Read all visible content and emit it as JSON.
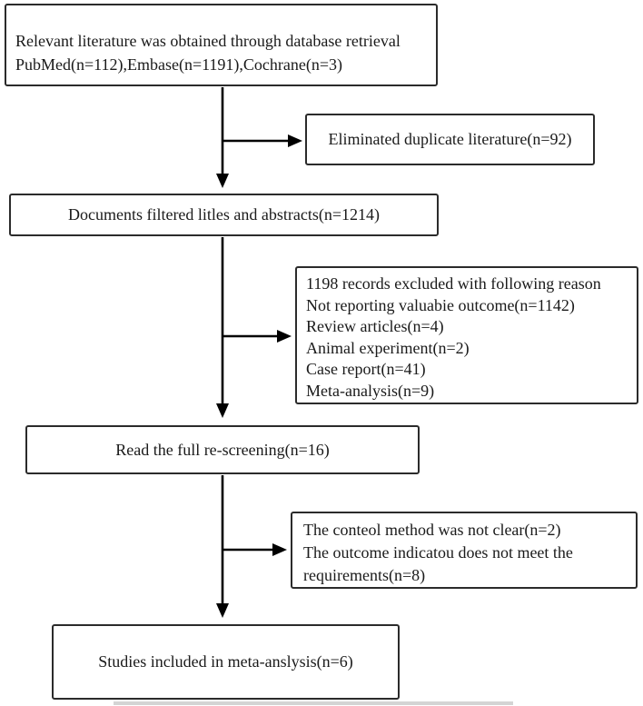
{
  "figure": {
    "kind": "literature-screening-flowchart",
    "background": "#ffffff"
  },
  "colors": {
    "box_border": "#2b2b2b",
    "text": "#1a1a1a",
    "arrow": "#000000",
    "artifact_bar": "#d4d4d4"
  },
  "flowchart": {
    "retrieval": {
      "line1": "Relevant literature was obtained through database retrieval",
      "line2": "PubMed(n=112),Embase(n=1191),Cochrane(n=3)"
    },
    "duplicates_removed": {
      "text": "Eliminated duplicate literature(n=92)"
    },
    "title_abstract_screen": {
      "text": "Documents filtered litles and abstracts(n=1214)"
    },
    "records_excluded": {
      "header": "1198 records excluded with following reason",
      "reasons": [
        "Not reporting valuabie outcome(n=1142)",
        "Review articles(n=4)",
        "Animal experiment(n=2)",
        "Case report(n=41)",
        "Meta-analysis(n=9)"
      ]
    },
    "full_text_review": {
      "text": "Read the full re-screening(n=16)"
    },
    "full_text_excluded": {
      "reason1": "The conteol method was not clear(n=2)",
      "reason2": "The outcome indicatou does not meet the requirements(n=8)"
    },
    "included": {
      "text": "Studies included in meta-anslysis(n=6)"
    }
  }
}
